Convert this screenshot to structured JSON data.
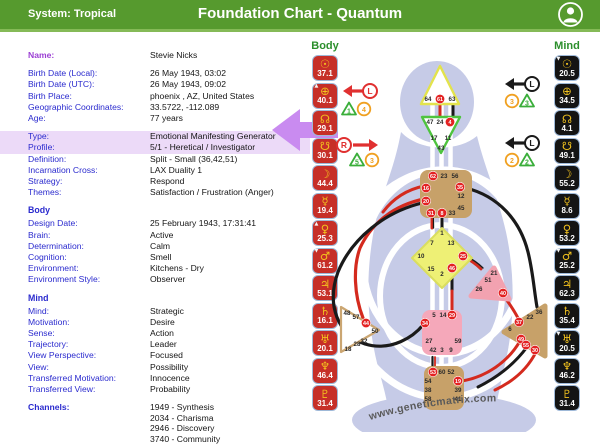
{
  "header": {
    "system": "System: Tropical",
    "title": "Foundation Chart - Quantum",
    "user_icon": "person-icon"
  },
  "colors": {
    "header_green": "#569a2e",
    "label_blue": "#2a2ace",
    "highlight_purple": "#ecdaf8",
    "arrow_purple": "#c98bf0",
    "body_red": "#c62f28",
    "mind_black": "#141414",
    "glyph_yellow": "#f2c21e",
    "active_gate_red": "#e32222",
    "channel_red": "#d42a1e",
    "channel_black": "#1a1a1a"
  },
  "info": {
    "rows": [
      {
        "label": "Name:",
        "value": "Stevie Nicks",
        "kind": "name",
        "gap_after": true
      },
      {
        "label": "Birth Date (Local):",
        "value": "26 May 1943, 03:02"
      },
      {
        "label": "Birth Date (UTC):",
        "value": "26 May 1943, 09:02"
      },
      {
        "label": "Birth Place:",
        "value": "phoenix , AZ, United States"
      },
      {
        "label": "Geographic Coordinates:",
        "value": "33.5722, -112.089"
      },
      {
        "label": "Age:",
        "value": "77 years",
        "gap_after": true
      },
      {
        "label": "Type:",
        "value": "Emotional Manifesting Generator",
        "highlight": true
      },
      {
        "label": "Profile:",
        "value": "5/1 - Heretical / Investigator",
        "highlight": true
      },
      {
        "label": "Definition:",
        "value": "Split - Small (36,42,51)"
      },
      {
        "label": "Incarnation Cross:",
        "value": "LAX Duality 1"
      },
      {
        "label": "Strategy:",
        "value": "Respond"
      },
      {
        "label": "Themes:",
        "value": "Satisfaction / Frustration (Anger)",
        "gap_after": true
      },
      {
        "section": "Body"
      },
      {
        "label": "Design Date:",
        "value": "25 February 1943, 17:31:41"
      },
      {
        "label": "Brain:",
        "value": "Active"
      },
      {
        "label": "Determination:",
        "value": "Calm"
      },
      {
        "label": "Cognition:",
        "value": "Smell"
      },
      {
        "label": "Environment:",
        "value": "Kitchens - Dry"
      },
      {
        "label": "Environment Style:",
        "value": "Observer",
        "gap_after": true
      },
      {
        "section": "Mind"
      },
      {
        "label": "Mind:",
        "value": "Strategic"
      },
      {
        "label": "Motivation:",
        "value": "Desire"
      },
      {
        "label": "Sense:",
        "value": "Action"
      },
      {
        "label": "Trajectory:",
        "value": "Leader"
      },
      {
        "label": "View Perspective:",
        "value": "Focused"
      },
      {
        "label": "View:",
        "value": "Possibility"
      },
      {
        "label": "Transferred Motivation:",
        "value": "Innocence"
      },
      {
        "label": "Transferred View:",
        "value": "Probability",
        "gap_after": true
      },
      {
        "label": "Channels:",
        "bold_label": true,
        "value_lines": [
          "1949 - Synthesis",
          "2034 - Charisma",
          "2946 - Discovery",
          "3740 - Community"
        ]
      }
    ]
  },
  "columns": {
    "body": {
      "title": "Body",
      "box_color": "#c62f28",
      "planets": [
        {
          "name": "sun",
          "glyph": "☉",
          "value": "37.1"
        },
        {
          "name": "earth",
          "glyph": "⊕",
          "value": "40.1",
          "mark": "▲"
        },
        {
          "name": "north-node",
          "glyph": "☊",
          "value": "29.1"
        },
        {
          "name": "south-node",
          "glyph": "☋",
          "value": "30.1"
        },
        {
          "name": "moon",
          "glyph": "☽",
          "value": "44.4"
        },
        {
          "name": "mercury",
          "glyph": "☿",
          "value": "19.4"
        },
        {
          "name": "venus",
          "glyph": "♀",
          "value": "25.3",
          "mark": "▲"
        },
        {
          "name": "mars",
          "glyph": "♂",
          "value": "61.2",
          "mark": "▼"
        },
        {
          "name": "jupiter",
          "glyph": "♃",
          "value": "53.1"
        },
        {
          "name": "saturn",
          "glyph": "♄",
          "value": "16.1"
        },
        {
          "name": "uranus",
          "glyph": "♅",
          "value": "20.1"
        },
        {
          "name": "neptune",
          "glyph": "♆",
          "value": "46.4"
        },
        {
          "name": "pluto",
          "glyph": "♇",
          "value": "31.4"
        }
      ]
    },
    "mind": {
      "title": "Mind",
      "box_color": "#141414",
      "planets": [
        {
          "name": "sun",
          "glyph": "☉",
          "value": "20.5",
          "mark": "▼"
        },
        {
          "name": "earth",
          "glyph": "⊕",
          "value": "34.5"
        },
        {
          "name": "north-node",
          "glyph": "☊",
          "value": "4.1"
        },
        {
          "name": "south-node",
          "glyph": "☋",
          "value": "49.1"
        },
        {
          "name": "moon",
          "glyph": "☽",
          "value": "55.2"
        },
        {
          "name": "mercury",
          "glyph": "☿",
          "value": "8.6"
        },
        {
          "name": "venus",
          "glyph": "♀",
          "value": "53.2"
        },
        {
          "name": "mars",
          "glyph": "♂",
          "value": "25.2",
          "mark": "▼"
        },
        {
          "name": "jupiter",
          "glyph": "♃",
          "value": "62.3"
        },
        {
          "name": "saturn",
          "glyph": "♄",
          "value": "35.4"
        },
        {
          "name": "uranus",
          "glyph": "♅",
          "value": "20.5",
          "mark": "▼"
        },
        {
          "name": "neptune",
          "glyph": "♆",
          "value": "46.2"
        },
        {
          "name": "pluto",
          "glyph": "♇",
          "value": "31.4"
        }
      ]
    }
  },
  "variables": {
    "left": [
      {
        "shape": "arrow-left",
        "label": "L",
        "color": "#e03030"
      },
      {
        "shape": "triangle",
        "label": "1",
        "color": "#3aae3a"
      },
      {
        "shape": "circle",
        "label": "4",
        "color": "#f0a020"
      },
      {
        "shape": "arrow-right",
        "label": "R",
        "color": "#e03030"
      },
      {
        "shape": "triangle",
        "label": "5",
        "color": "#3aae3a"
      },
      {
        "shape": "circle",
        "label": "3",
        "color": "#f0a020"
      }
    ],
    "right": [
      {
        "shape": "arrow-left",
        "label": "L",
        "color": "#1a1a1a"
      },
      {
        "shape": "circle",
        "label": "3",
        "color": "#f0a020"
      },
      {
        "shape": "triangle",
        "label": "3",
        "color": "#3aae3a"
      },
      {
        "shape": "arrow-left",
        "label": "L",
        "color": "#1a1a1a"
      },
      {
        "shape": "circle",
        "label": "2",
        "color": "#f0a020"
      },
      {
        "shape": "triangle",
        "label": "2",
        "color": "#3aae3a"
      }
    ]
  },
  "bodygraph": {
    "watermark": "www.geneticmatrix.com",
    "active_gates": [
      61,
      4,
      62,
      16,
      20,
      35,
      31,
      8,
      25,
      46,
      40,
      44,
      37,
      49,
      55,
      30,
      34,
      29,
      53,
      19
    ],
    "centers": [
      {
        "name": "head",
        "gates": [
          64,
          61,
          63
        ]
      },
      {
        "name": "ajna",
        "gates": [
          47,
          24,
          4,
          17,
          11,
          43
        ]
      },
      {
        "name": "throat",
        "gates": [
          62,
          23,
          56,
          16,
          35,
          12,
          20,
          45,
          31,
          8,
          33
        ]
      },
      {
        "name": "g-center",
        "gates": [
          1,
          7,
          13,
          10,
          25,
          15,
          2,
          46
        ]
      },
      {
        "name": "heart",
        "gates": [
          21,
          51,
          26,
          40
        ]
      },
      {
        "name": "spleen",
        "gates": [
          48,
          57,
          44,
          50,
          32,
          28,
          18
        ]
      },
      {
        "name": "solar-plexus",
        "gates": [
          36,
          22,
          37,
          6,
          49,
          55,
          30
        ]
      },
      {
        "name": "sacral",
        "gates": [
          5,
          14,
          29,
          34,
          27,
          59,
          42,
          3,
          9
        ]
      },
      {
        "name": "root",
        "gates": [
          53,
          60,
          52,
          54,
          19,
          38,
          39,
          58,
          41
        ]
      }
    ]
  }
}
